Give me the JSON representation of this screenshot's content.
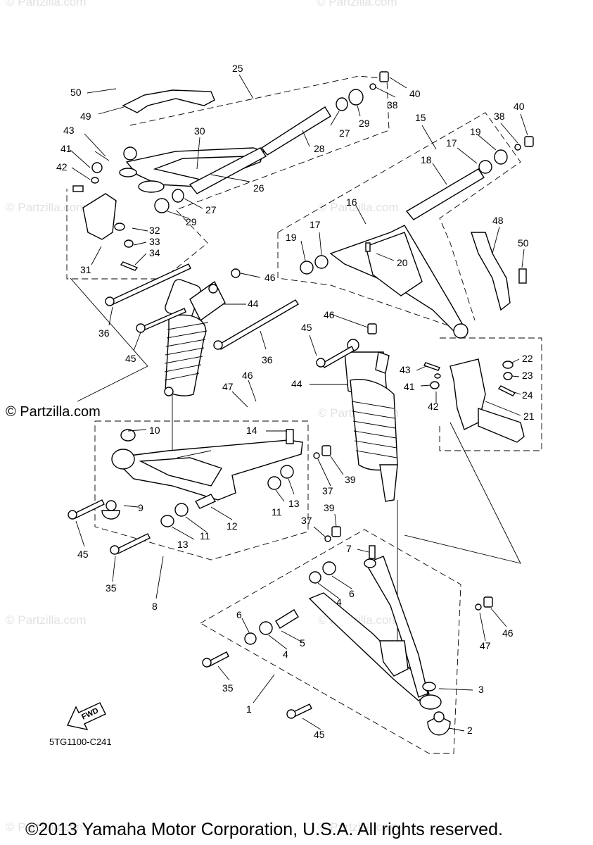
{
  "watermark_text": "© Partzilla.com",
  "faint_watermark": "© Partzilla.com",
  "diagram_code": "5TG1100-C241",
  "copyright": "©2013 Yamaha Motor Corporation, U.S.A. All rights reserved.",
  "fwd_label": "FWD",
  "callouts": {
    "c1": "1",
    "c2": "2",
    "c3": "3",
    "c4a": "4",
    "c4b": "4",
    "c5": "5",
    "c6a": "6",
    "c6b": "6",
    "c7": "7",
    "c8": "8",
    "c9": "9",
    "c10": "10",
    "c11a": "11",
    "c11b": "11",
    "c12": "12",
    "c13a": "13",
    "c13b": "13",
    "c14": "14",
    "c15": "15",
    "c16": "16",
    "c17a": "17",
    "c17b": "17",
    "c18": "18",
    "c19a": "19",
    "c19b": "19",
    "c20": "20",
    "c21": "21",
    "c22": "22",
    "c23": "23",
    "c24": "24",
    "c25": "25",
    "c26": "26",
    "c27a": "27",
    "c27b": "27",
    "c28": "28",
    "c29a": "29",
    "c29b": "29",
    "c30": "30",
    "c31": "31",
    "c32": "32",
    "c33": "33",
    "c34": "34",
    "c35a": "35",
    "c35b": "35",
    "c36a": "36",
    "c36b": "36",
    "c37a": "37",
    "c37b": "37",
    "c38a": "38",
    "c38b": "38",
    "c39a": "39",
    "c39b": "39",
    "c40a": "40",
    "c40b": "40",
    "c41a": "41",
    "c41b": "41",
    "c42a": "42",
    "c42b": "42",
    "c43a": "43",
    "c43b": "43",
    "c44a": "44",
    "c44b": "44",
    "c45a": "45",
    "c45b": "45",
    "c45c": "45",
    "c45d": "45",
    "c46a": "46",
    "c46b": "46",
    "c46c": "46",
    "c46d": "46",
    "c47a": "47",
    "c47b": "47",
    "c48": "48",
    "c49": "49",
    "c50a": "50",
    "c50b": "50"
  }
}
